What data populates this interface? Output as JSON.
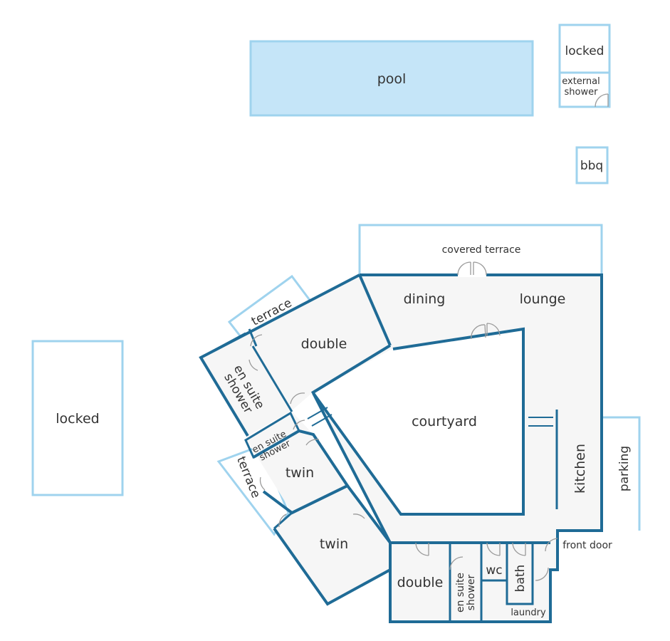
{
  "colors": {
    "wall": "#1f6b96",
    "light_outline": "#9fd3ee",
    "pool_fill": "#c5e5f8",
    "floor_fill": "#f6f6f6",
    "door_arc": "#9a9a9a",
    "text": "#333333"
  },
  "labels": {
    "pool": "pool",
    "locked_top": "locked",
    "external_shower": [
      "external",
      "shower"
    ],
    "bbq": "bbq",
    "covered_terrace": "covered terrace",
    "dining": "dining",
    "lounge": "lounge",
    "terrace_top": "terrace",
    "double_top": "double",
    "en_suite_shower_left": [
      "en suite",
      "shower"
    ],
    "locked_left": "locked",
    "courtyard": "courtyard",
    "en_suite_shower_small": [
      "en suite",
      "shower"
    ],
    "terrace_left": "terrace",
    "twin_top": "twin",
    "twin_bottom": "twin",
    "kitchen": "kitchen",
    "parking": "parking",
    "front_door": "front door",
    "double_bottom": "double",
    "en_suite_shower_bottom": [
      "en suite",
      "shower"
    ],
    "wc": "wc",
    "bath": "bath",
    "laundry": "laundry"
  }
}
